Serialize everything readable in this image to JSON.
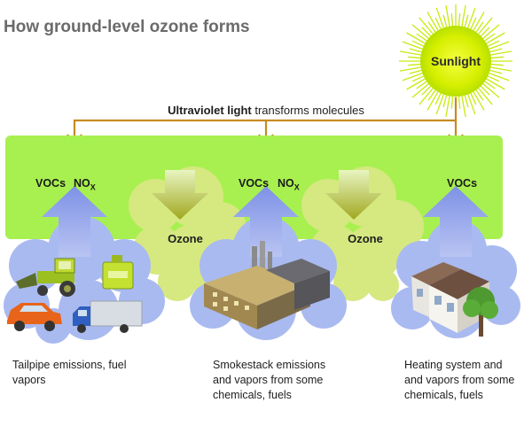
{
  "title": "How ground-level ozone forms",
  "sun": {
    "label": "Sunlight",
    "color": "#d8f000"
  },
  "uv": {
    "bold": "Ultraviolet light",
    "rest": " transforms molecules"
  },
  "band_color": "#a8f050",
  "sources": [
    {
      "chem": "VOCs",
      "nox": "NO",
      "nox_sub": "X",
      "caption": "Tailpipe emissions, fuel\nvapors"
    },
    {
      "chem": "VOCs",
      "nox": "NO",
      "nox_sub": "X",
      "caption": "Smokestack emissions\nand vapors from some\nchemicals, fuels"
    },
    {
      "chem": "VOCs",
      "caption": "Heating system and\nand vapors from some\nchemicals, fuels"
    }
  ],
  "ozone_labels": [
    "Ozone",
    "Ozone"
  ],
  "icons": [
    "tractor-icon",
    "fuel-can-icon",
    "car-icon",
    "truck-icon",
    "factory-icon",
    "house-icon",
    "tree-icon"
  ]
}
